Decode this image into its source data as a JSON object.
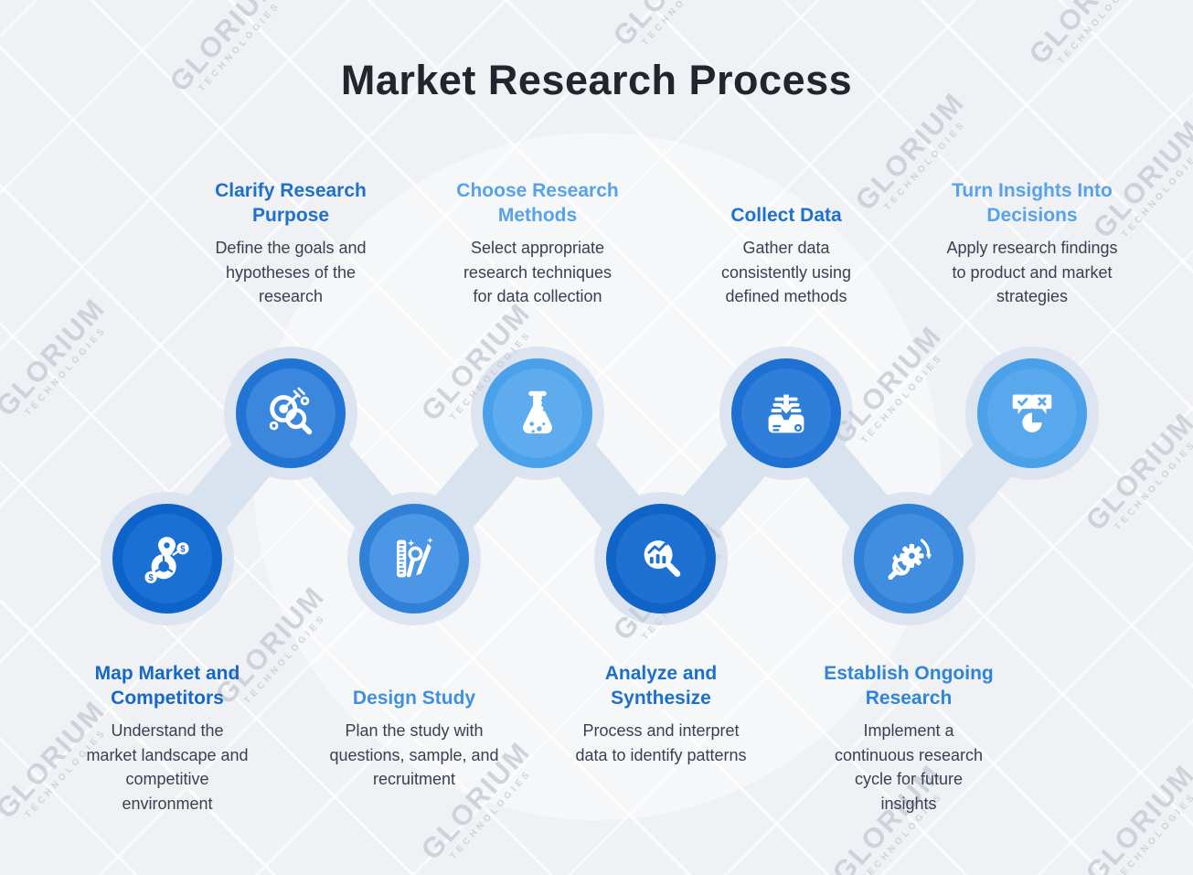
{
  "page": {
    "title": "Market Research Process"
  },
  "watermark": {
    "line1": "GLORIUM",
    "line2": "TECHNOLOGIES"
  },
  "colors": {
    "background": "#eff1f4",
    "connector": "#d9e2ef",
    "halo": "#dbe4f0",
    "title_text": "#22252d",
    "body_text": "#394150",
    "watermark_text": "#c6ccd6"
  },
  "steps": [
    {
      "row": "top",
      "slot": 0,
      "title": "Clarify Research Purpose",
      "description": "Define the goals and hypotheses of the research",
      "title_color": "#1f70cb",
      "circle_outer": "#2173d4",
      "circle_inner": "#3b87de",
      "icon": "target-magnifier-icon"
    },
    {
      "row": "top",
      "slot": 1,
      "title": "Choose Research Methods",
      "description": "Select appropriate research techniques for data collection",
      "title_color": "#57a2e8",
      "circle_outer": "#4aa1ea",
      "circle_inner": "#5eabee",
      "icon": "flask-icon"
    },
    {
      "row": "top",
      "slot": 2,
      "title": "Collect Data",
      "description": "Gather data consistently using defined methods",
      "title_color": "#1f70cb",
      "circle_outer": "#1e70d3",
      "circle_inner": "#2f7ed9",
      "icon": "inbox-download-icon"
    },
    {
      "row": "top",
      "slot": 3,
      "title": "Turn Insights Into Decisions",
      "description": "Apply research findings to product and market strategies",
      "title_color": "#57a2e8",
      "circle_outer": "#4aa0e9",
      "circle_inner": "#59a7ec",
      "icon": "decision-bubbles-icon"
    },
    {
      "row": "bottom",
      "slot": 0,
      "title": "Map Market and Competitors",
      "description": "Understand the market landscape and competitive environment",
      "title_color": "#1667c8",
      "circle_outer": "#0d63c9",
      "circle_inner": "#1b70d4",
      "icon": "map-pin-chart-icon"
    },
    {
      "row": "bottom",
      "slot": 1,
      "title": "Design Study",
      "description": "Plan the study with questions, sample, and recruitment",
      "title_color": "#3f90de",
      "circle_outer": "#3080d8",
      "circle_inner": "#4b97e6",
      "icon": "ruler-pencil-magnifier-icon"
    },
    {
      "row": "bottom",
      "slot": 2,
      "title": "Analyze and Synthesize",
      "description": "Process and interpret data  to identify patterns",
      "title_color": "#1c70ca",
      "circle_outer": "#1063c7",
      "circle_inner": "#1e70d1",
      "icon": "chart-magnifier-icon"
    },
    {
      "row": "bottom",
      "slot": 3,
      "title": "Establish Ongoing Research",
      "description": "Implement a continuous  research cycle for future insights",
      "title_color": "#2e84d8",
      "circle_outer": "#2f80d7",
      "circle_inner": "#418ddf",
      "icon": "gear-cycle-magnifier-icon"
    }
  ]
}
